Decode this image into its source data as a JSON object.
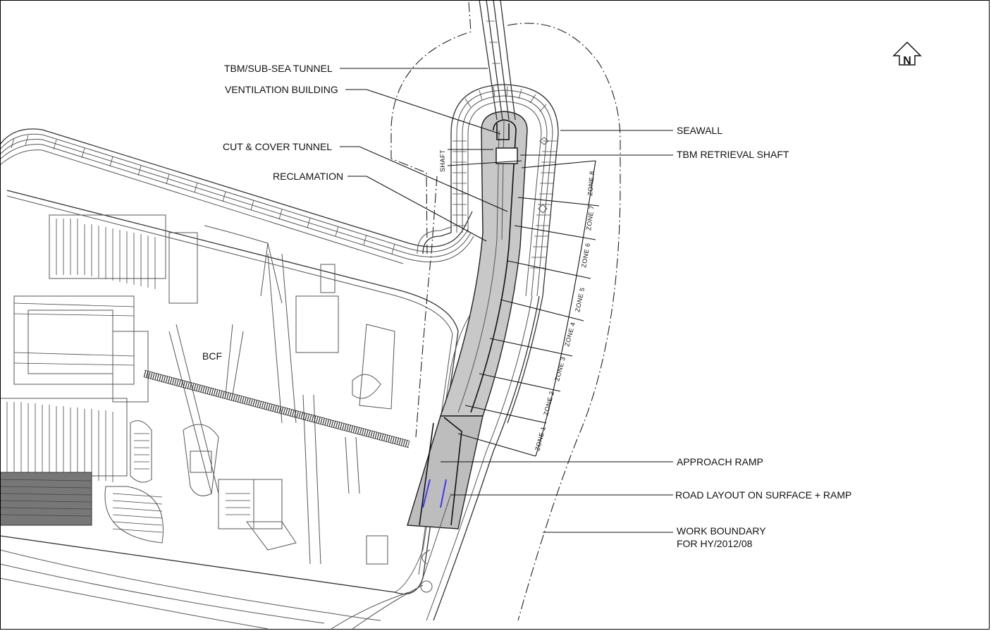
{
  "labels": {
    "tbm_subsea_tunnel": "TBM/SUB-SEA TUNNEL",
    "ventilation_building": "VENTILATION BUILDING",
    "cut_cover_tunnel": "CUT & COVER TUNNEL",
    "reclamation": "RECLAMATION",
    "seawall": "SEAWALL",
    "tbm_retrieval_shaft": "TBM RETRIEVAL SHAFT",
    "shaft": "SHAFT",
    "bcf": "BCF",
    "approach_ramp": "APPROACH RAMP",
    "road_layout": "ROAD LAYOUT ON SURFACE + RAMP",
    "work_boundary_line1": "WORK BOUNDARY",
    "work_boundary_line2": "FOR HY/2012/08",
    "north": "N"
  },
  "zones": [
    "ZONE 1",
    "ZONE 2",
    "ZONE 3",
    "ZONE 4",
    "ZONE 5",
    "ZONE 6",
    "ZONE 7",
    "ZONE 8"
  ],
  "colors": {
    "line": "#333333",
    "tunnel_fill": "#c8c8c8",
    "ramp_fill": "#bdbdbd",
    "ramp_accent": "#3a3aff"
  }
}
